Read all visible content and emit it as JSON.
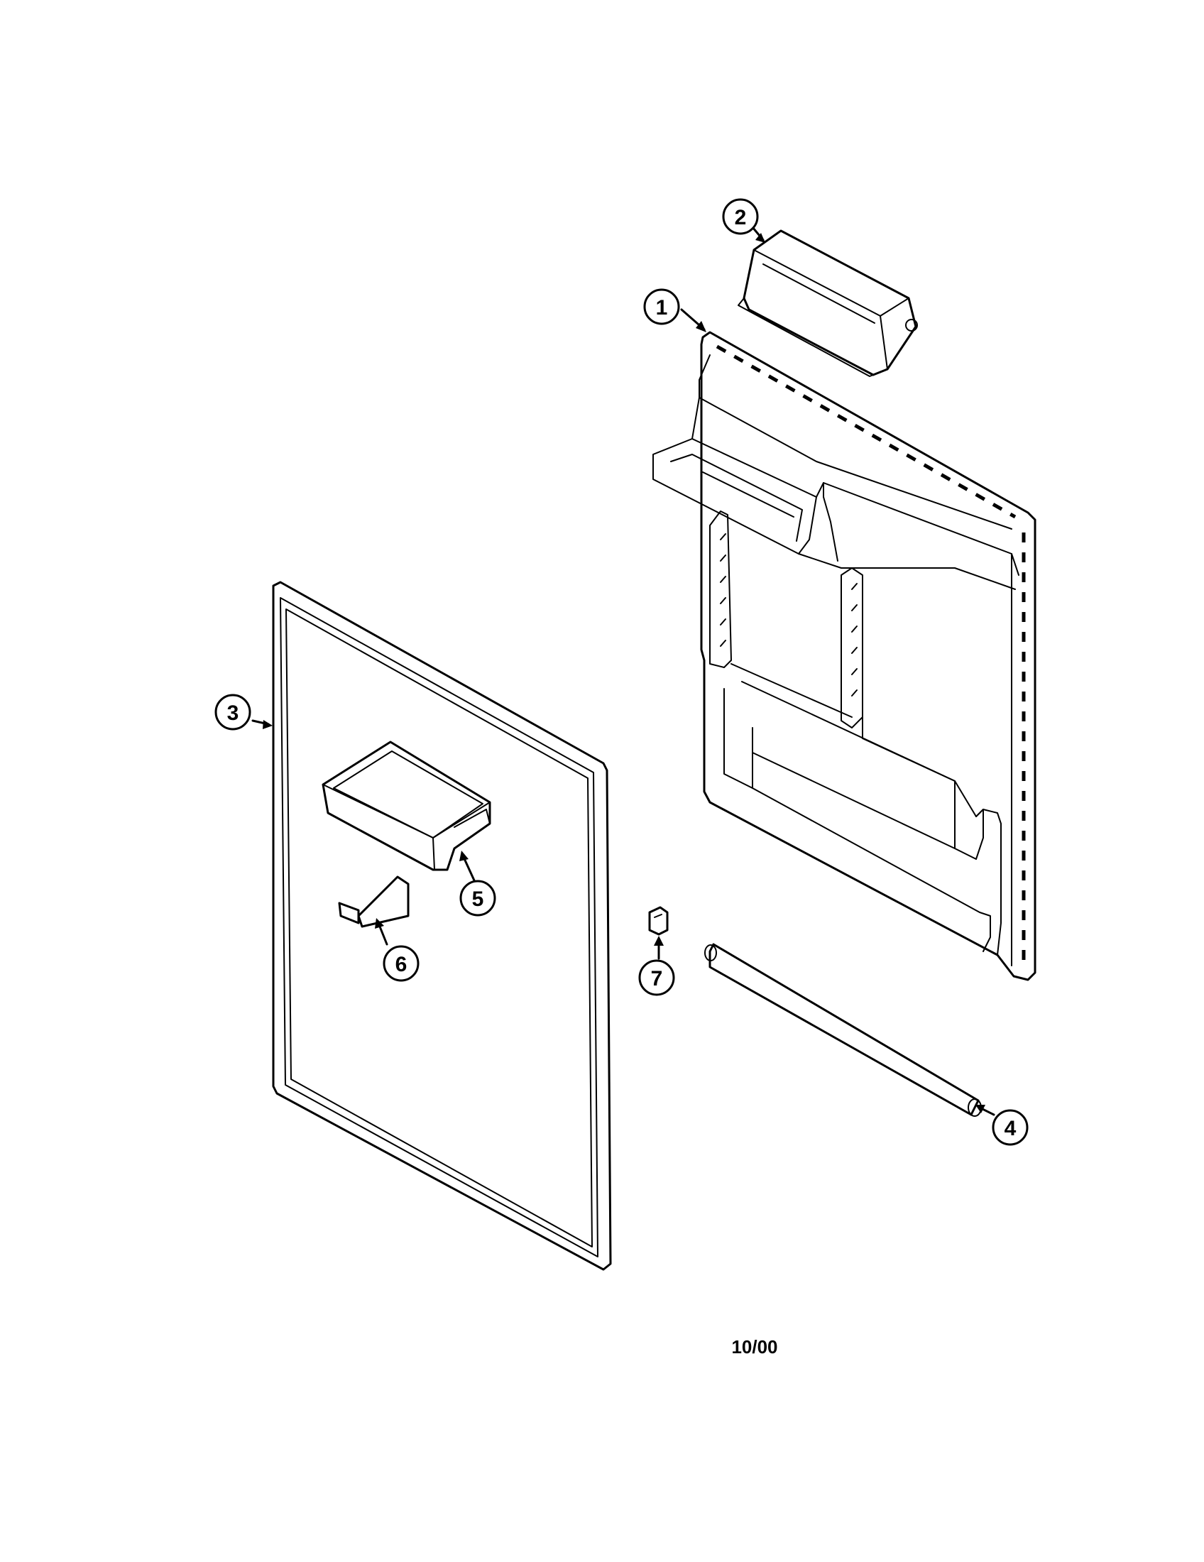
{
  "callouts": [
    {
      "label": "1",
      "part": "door-liner"
    },
    {
      "label": "2",
      "part": "dairy-compartment"
    },
    {
      "label": "3",
      "part": "door-gasket"
    },
    {
      "label": "4",
      "part": "bottom-rod"
    },
    {
      "label": "5",
      "part": "door-bin"
    },
    {
      "label": "6",
      "part": "retainer-bracket"
    },
    {
      "label": "7",
      "part": "clip"
    }
  ],
  "footer": {
    "date": "10/00"
  }
}
